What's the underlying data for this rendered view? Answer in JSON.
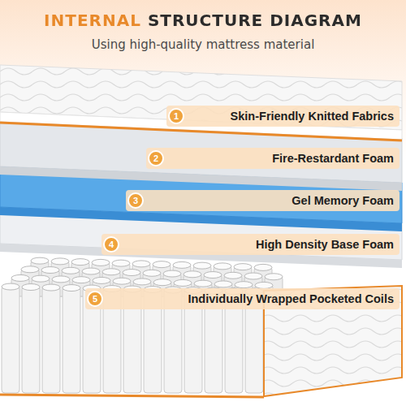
{
  "diagram": {
    "title": "INTERNAL STRUCTURE DIAGRAM",
    "caption": "Using high-quality mattress material",
    "nodes": [
      {
        "text": [
          "1",
          "Skin-Friendly Knitted Fabrics"
        ]
      },
      {
        "text": [
          "2",
          "Fire-Restardant Foam"
        ]
      },
      {
        "text": [
          "3",
          "Gel Memory Foam"
        ]
      },
      {
        "text": [
          "4",
          "High Density Base Foam"
        ]
      },
      {
        "text": [
          "5",
          "Individually Wrapped Pocketed Coils"
        ]
      }
    ]
  }
}
